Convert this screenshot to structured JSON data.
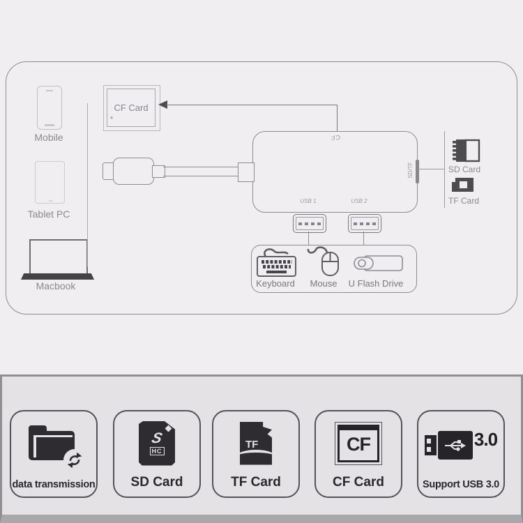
{
  "colors": {
    "page_bg": "#f1eef2",
    "band_bg": "#e5e2e5",
    "band_border": "#918e91",
    "diagram_line_gray": "#8e8b8f",
    "label_gray": "#8b888c",
    "icon_dark": "#2e2c30"
  },
  "diagram": {
    "left_devices": [
      {
        "label": "Mobile",
        "icon": "smartphone-icon"
      },
      {
        "label": "Tablet PC",
        "icon": "tablet-icon"
      },
      {
        "label": "Macbook",
        "icon": "laptop-icon"
      }
    ],
    "cf_slot_box": {
      "label": "CF Card",
      "footnote": "*"
    },
    "hub": {
      "top_port_label": "CF",
      "side_port_label": "SD/TF",
      "usb_port_labels": [
        "USB 1",
        "USB 2"
      ]
    },
    "memory_cards": [
      {
        "label": "SD Card",
        "icon": "sd-card-icon"
      },
      {
        "label": "TF Card",
        "icon": "tf-card-icon"
      }
    ],
    "peripherals": [
      {
        "label": "Keyboard",
        "icon": "keyboard-icon"
      },
      {
        "label": "Mouse",
        "icon": "mouse-icon"
      },
      {
        "label": "U Flash Drive",
        "icon": "usb-flash-drive-icon"
      }
    ]
  },
  "features": [
    {
      "label": "data transmission",
      "icon": "folder-sync-icon"
    },
    {
      "label": "SD Card",
      "icon": "sdhc-card-icon",
      "logo_top": "S",
      "logo_bottom": "HC"
    },
    {
      "label": "TF Card",
      "icon": "microsd-card-icon",
      "icon_text": "TF"
    },
    {
      "label": "CF Card",
      "icon": "cf-card-icon",
      "icon_text": "CF"
    },
    {
      "label": "Support USB 3.0",
      "icon": "usb3-plug-icon",
      "icon_text": "3.0"
    }
  ]
}
